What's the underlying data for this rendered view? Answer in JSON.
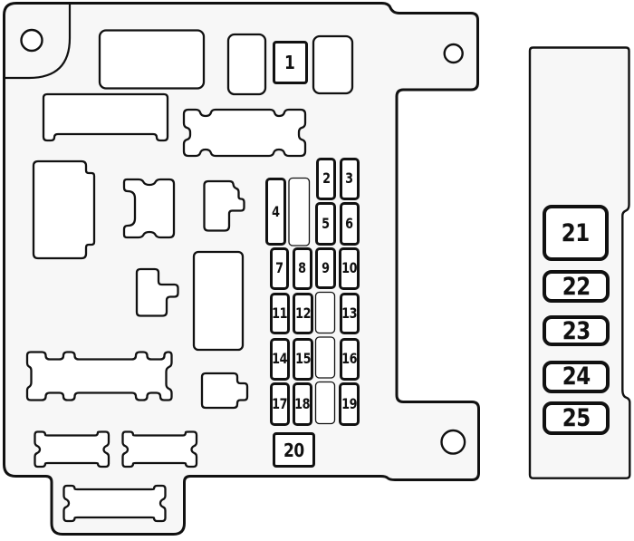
{
  "colors": {
    "background": "#ffffff",
    "panel_fill": "#f7f7f7",
    "part_fill": "#ffffff",
    "line": "#111111"
  },
  "fuse_labels": {
    "f1": "1",
    "f2": "2",
    "f3": "3",
    "f4": "4",
    "f5": "5",
    "f6": "6",
    "f7": "7",
    "f8": "8",
    "f9": "9",
    "f10": "10",
    "f11": "11",
    "f12": "12",
    "f13": "13",
    "f14": "14",
    "f15": "15",
    "f16": "16",
    "f17": "17",
    "f18": "18",
    "f19": "19",
    "f20": "20",
    "f21": "21",
    "f22": "22",
    "f23": "23",
    "f24": "24",
    "f25": "25"
  }
}
